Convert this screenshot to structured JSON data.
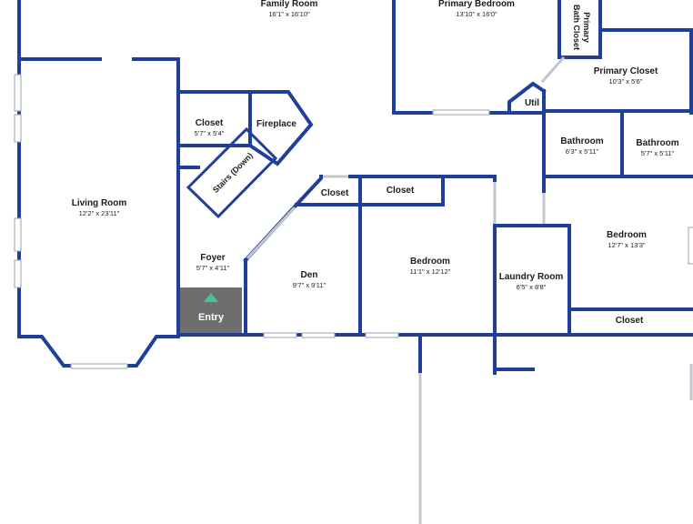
{
  "rooms": {
    "family_room": {
      "name": "Family Room",
      "dims": "16'1\" x 16'10\""
    },
    "primary_bedroom": {
      "name": "Primary Bedroom",
      "dims": "13'10\" x 16'0\""
    },
    "primary_bath_closet": {
      "name": "Primary",
      "name2": "Bath Closet"
    },
    "primary_closet": {
      "name": "Primary Closet",
      "dims": "10'3\" x 5'6\""
    },
    "util": {
      "name": "Util"
    },
    "closet_main": {
      "name": "Closet",
      "dims": "5'7\" x 5'4\""
    },
    "fireplace": {
      "name": "Fireplace"
    },
    "stairs": {
      "name": "Stairs (Down)"
    },
    "bathroom_1": {
      "name": "Bathroom",
      "dims": "6'3\" x 5'11\""
    },
    "bathroom_2": {
      "name": "Bathroom",
      "dims": "5'7\" x 5'11\""
    },
    "living_room": {
      "name": "Living Room",
      "dims": "12'2\" x 23'11\""
    },
    "closet_den": {
      "name": "Closet"
    },
    "closet_bedroom": {
      "name": "Closet"
    },
    "bedroom_east": {
      "name": "Bedroom",
      "dims": "12'7\" x 13'3\""
    },
    "foyer": {
      "name": "Foyer",
      "dims": "5'7\" x 4'11\""
    },
    "den": {
      "name": "Den",
      "dims": "9'7\" x 9'11\""
    },
    "bedroom_mid": {
      "name": "Bedroom",
      "dims": "11'1\" x 12'12\""
    },
    "laundry_room": {
      "name": "Laundry Room",
      "dims": "6'5\" x 8'8\""
    },
    "closet_east": {
      "name": "Closet"
    },
    "entry": {
      "name": "Entry"
    }
  },
  "colors": {
    "wall": "#1f3f9a",
    "entry_fill": "#6e6e6e",
    "entry_arrow": "#4fbf9a",
    "window": "#9aa3ad"
  },
  "icons": {
    "entry_marker": "triangle-up-icon"
  }
}
